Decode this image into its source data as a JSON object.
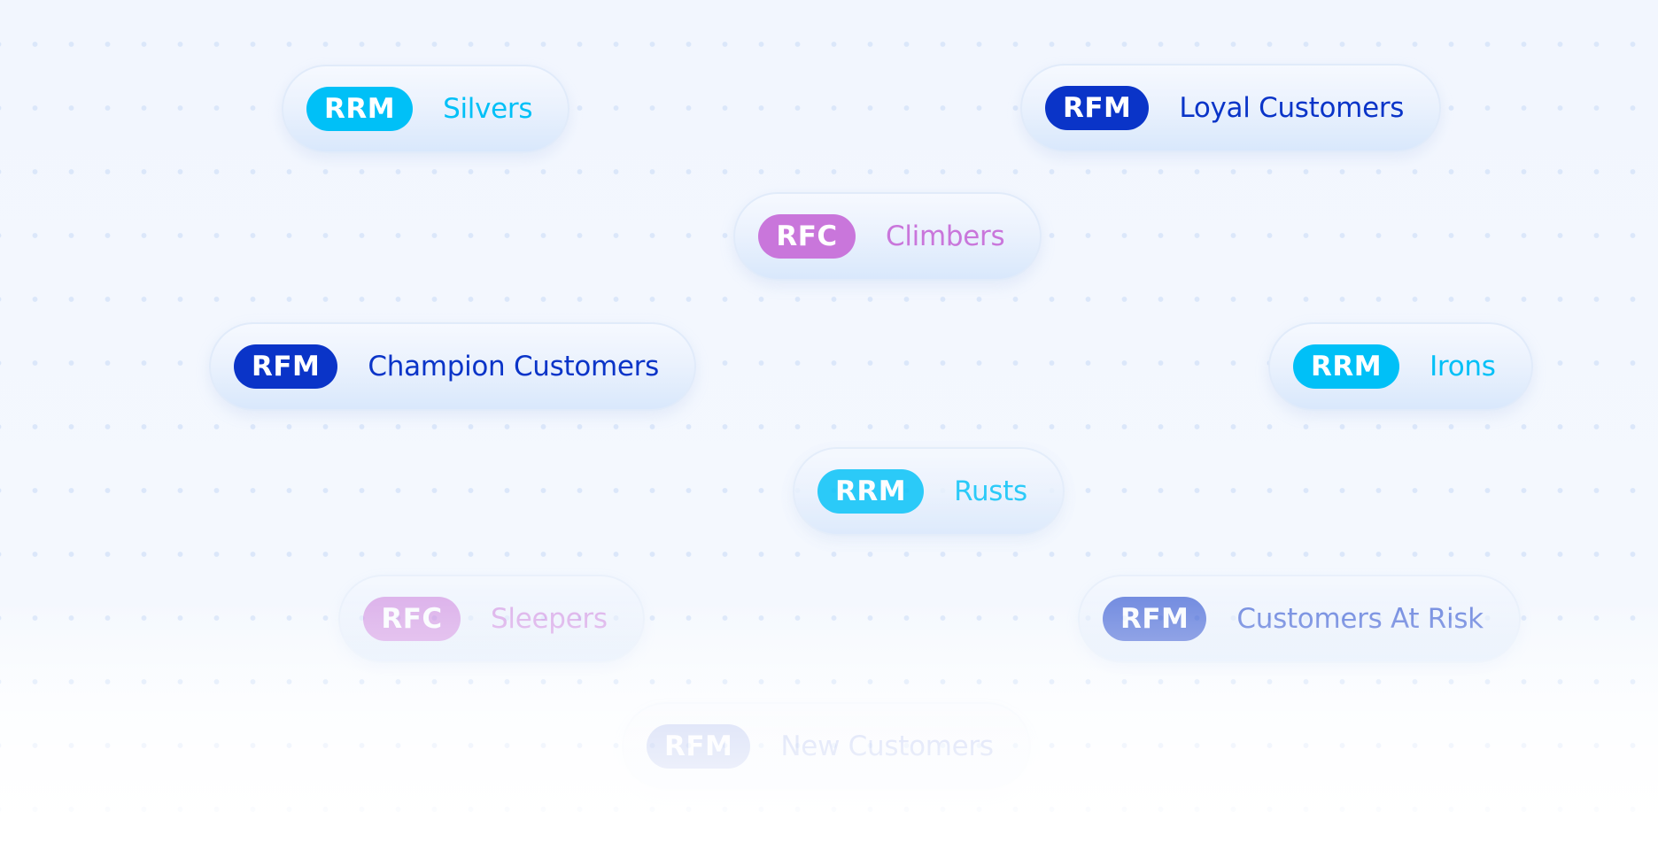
{
  "tags": [
    {
      "code": "RRM",
      "label": "Silvers",
      "color": "#00c0f7",
      "opacity": 1
    },
    {
      "code": "RFM",
      "label": "Loyal Customers",
      "color": "#0a34c8",
      "opacity": 1
    },
    {
      "code": "RFC",
      "label": "Climbers",
      "color": "#c976db",
      "opacity": 1
    },
    {
      "code": "RFM",
      "label": "Champion Customers",
      "color": "#0a34c8",
      "opacity": 1
    },
    {
      "code": "RRM",
      "label": "Irons",
      "color": "#00c0f7",
      "opacity": 1
    },
    {
      "code": "RRM",
      "label": "Rusts",
      "color": "#00c0f7",
      "opacity": 0.82
    },
    {
      "code": "RFC",
      "label": "Sleepers",
      "color": "#c976db",
      "opacity": 0.52
    },
    {
      "code": "RFM",
      "label": "Customers At Risk",
      "color": "#0a34c8",
      "opacity": 0.55
    },
    {
      "code": "RFM",
      "label": "New Customers",
      "color": "#0a34c8",
      "opacity": 0.25
    }
  ]
}
